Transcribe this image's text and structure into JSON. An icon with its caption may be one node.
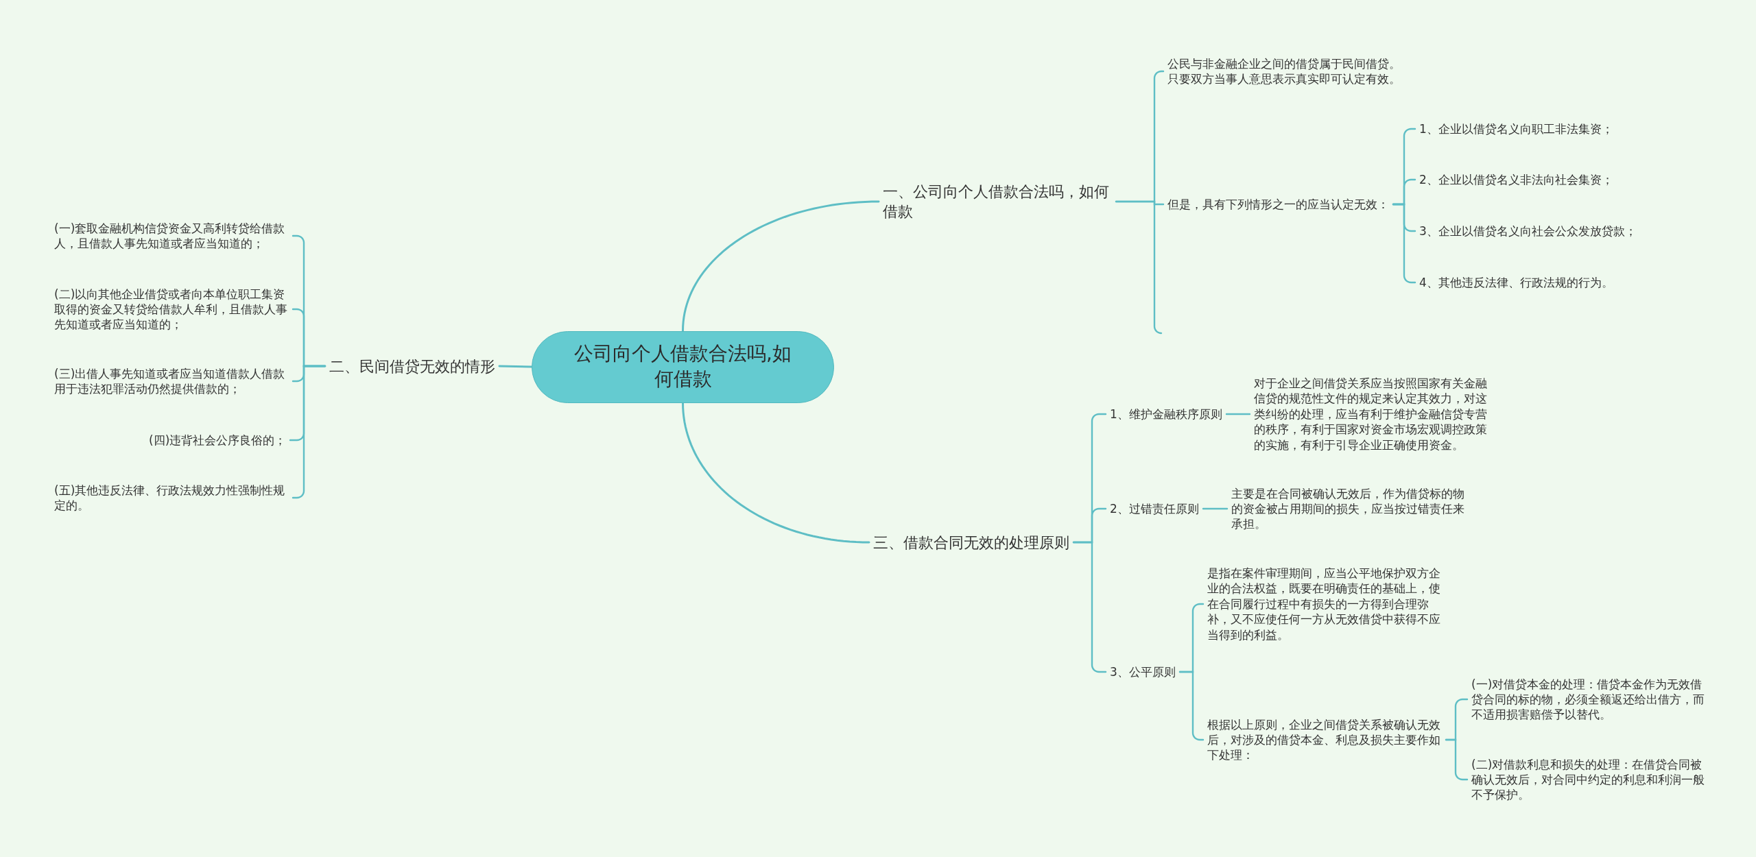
{
  "diagram": {
    "nodes": [
      {
        "text": [
          "公司向个人借款合法吗,如何借款"
        ]
      },
      {
        "text": [
          "一、公司向个人借款合法吗，如何借款"
        ]
      },
      {
        "text": [
          "公民与非金融企业之间的借贷属于民间借贷。只要双方当事人意思表示真实即可认定有效。"
        ]
      },
      {
        "text": [
          "但是，具有下列情形之一的应当认定无效："
        ]
      },
      {
        "text": [
          "1、企业以借贷名义向职工非法集资；"
        ]
      },
      {
        "text": [
          "2、企业以借贷名义非法向社会集资；"
        ]
      },
      {
        "text": [
          "3、企业以借贷名义向社会公众发放贷款；"
        ]
      },
      {
        "text": [
          "4、其他违反法律、行政法规的行为。"
        ]
      },
      {
        "text": [
          "二、民间借贷无效的情形"
        ]
      },
      {
        "text": [
          "(一)套取金融机构信贷资金又高利转贷给借款人，且借款人事先知道或者应当知道的；"
        ]
      },
      {
        "text": [
          "(二)以向其他企业借贷或者向本单位职工集资取得的资金又转贷给借款人牟利，且借款人事先知道或者应当知道的；"
        ]
      },
      {
        "text": [
          "(三)出借人事先知道或者应当知道借款人借款用于违法犯罪活动仍然提供借款的；"
        ]
      },
      {
        "text": [
          "(四)违背社会公序良俗的；"
        ]
      },
      {
        "text": [
          "(五)其他违反法律、行政法规效力性强制性规定的。"
        ]
      },
      {
        "text": [
          "三、借款合同无效的处理原则"
        ]
      },
      {
        "text": [
          "1、维护金融秩序原则"
        ]
      },
      {
        "text": [
          "对于企业之间借贷关系应当按照国家有关金融信贷的规范性文件的规定来认定其效力，对这类纠纷的处理，应当有利于维护金融信贷专营的秩序，有利于国家对资金市场宏观调控政策的实施，有利于引导企业正确使用资金。"
        ]
      },
      {
        "text": [
          "2、过错责任原则"
        ]
      },
      {
        "text": [
          "主要是在合同被确认无效后，作为借贷标的物的资金被占用期间的损失，应当按过错责任来承担。"
        ]
      },
      {
        "text": [
          "3、公平原则"
        ]
      },
      {
        "text": [
          "是指在案件审理期间，应当公平地保护双方企业的合法权益，既要在明确责任的基础上，使在合同履行过程中有损失的一方得到合理弥补，又不应使任何一方从无效借贷中获得不应当得到的利益。"
        ]
      },
      {
        "text": [
          "根据以上原则，企业之间借贷关系被确认无效后，对涉及的借贷本金、利息及损失主要作如下处理："
        ]
      },
      {
        "text": [
          "(一)对借贷本金的处理：借贷本金作为无效借贷合同的标的物，必须全额返还给出借方，而不适用损害赔偿予以替代。"
        ]
      },
      {
        "text": [
          "(二)对借款利息和损失的处理：在借贷合同被确认无效后，对合同中约定的利息和利润一般不予保护。"
        ]
      }
    ],
    "edges": [
      {
        "from": 0,
        "to": 1,
        "arrow": "none"
      },
      {
        "from": 1,
        "to": 2,
        "arrow": "none"
      },
      {
        "from": 1,
        "to": 3,
        "arrow": "none"
      },
      {
        "from": 3,
        "to": 4,
        "arrow": "none"
      },
      {
        "from": 3,
        "to": 5,
        "arrow": "none"
      },
      {
        "from": 3,
        "to": 6,
        "arrow": "none"
      },
      {
        "from": 3,
        "to": 7,
        "arrow": "none"
      },
      {
        "from": 0,
        "to": 8,
        "arrow": "none"
      },
      {
        "from": 8,
        "to": 9,
        "arrow": "none"
      },
      {
        "from": 8,
        "to": 10,
        "arrow": "none"
      },
      {
        "from": 8,
        "to": 11,
        "arrow": "none"
      },
      {
        "from": 8,
        "to": 12,
        "arrow": "none"
      },
      {
        "from": 8,
        "to": 13,
        "arrow": "none"
      },
      {
        "from": 0,
        "to": 14,
        "arrow": "none"
      },
      {
        "from": 14,
        "to": 15,
        "arrow": "none"
      },
      {
        "from": 15,
        "to": 16,
        "arrow": "none"
      },
      {
        "from": 14,
        "to": 17,
        "arrow": "none"
      },
      {
        "from": 17,
        "to": 18,
        "arrow": "none"
      },
      {
        "from": 14,
        "to": 19,
        "arrow": "none"
      },
      {
        "from": 19,
        "to": 20,
        "arrow": "none"
      },
      {
        "from": 19,
        "to": 21,
        "arrow": "none"
      },
      {
        "from": 21,
        "to": 22,
        "arrow": "none"
      },
      {
        "from": 21,
        "to": 23,
        "arrow": "none"
      }
    ]
  }
}
